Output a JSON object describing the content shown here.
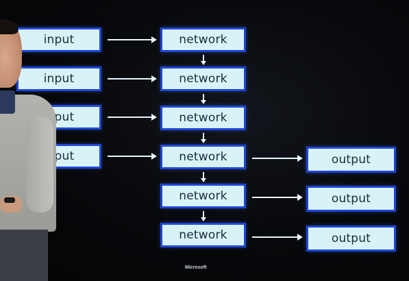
{
  "diagram": {
    "inputs": [
      "input",
      "input",
      "input",
      "input"
    ],
    "networks": [
      "network",
      "network",
      "network",
      "network",
      "network",
      "network"
    ],
    "outputs": [
      "output",
      "output",
      "output"
    ]
  },
  "logo": "Microsoft",
  "colors": {
    "box_fill": "#d8f3f8",
    "box_border": "#1f46d8",
    "arrow": "#e8f6ff",
    "background": "#050608"
  }
}
